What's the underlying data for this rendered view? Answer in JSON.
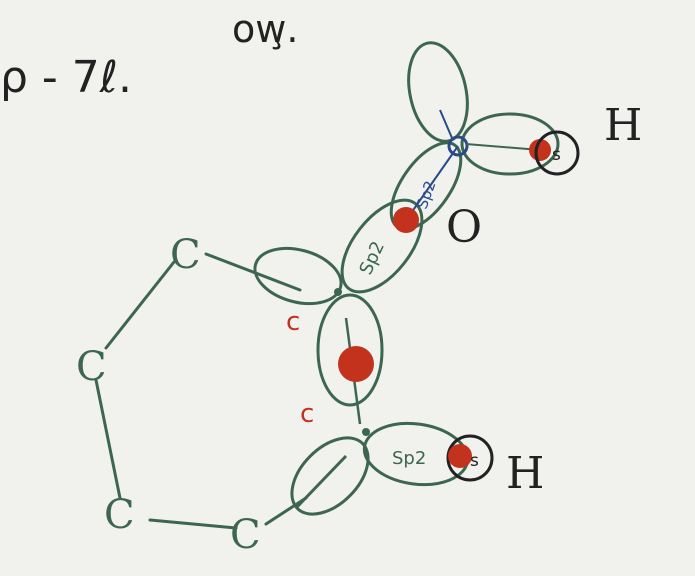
{
  "header_scribble": {
    "left": "ρ - 7ℓ.",
    "right": "ow̧."
  },
  "atoms": {
    "h_top": "H",
    "o": "O",
    "h_bottom": "H",
    "c_upper": "c",
    "c_lower": "c"
  },
  "orbital_labels": {
    "s_top": "s",
    "s_bottom": "s",
    "sp2_c_upper": "Sp2",
    "sp2_o": "Sp2",
    "sp2_c_lower": "Sp2"
  },
  "ring_atoms": [
    "C",
    "C",
    "C",
    "C"
  ],
  "colors": {
    "ink_green": "#3d6650",
    "ink_blue": "#2b4a8a",
    "ink_red": "#c2321c",
    "ink_dark": "#222222",
    "paper": "#f1f1ee"
  }
}
